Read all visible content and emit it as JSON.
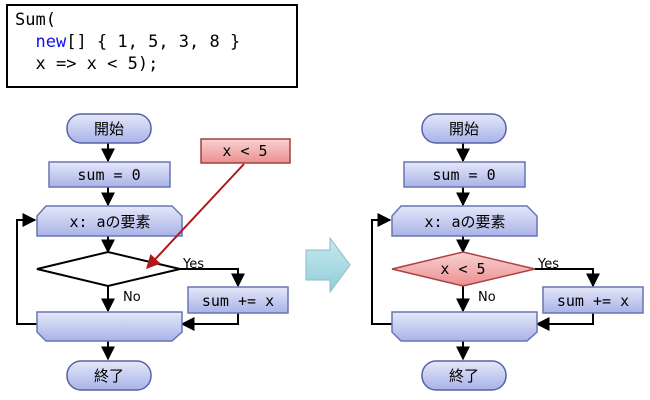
{
  "code": {
    "line1": "Sum(",
    "line2_keyword": "new",
    "line2_rest": "[] { 1, 5, 3, 8 }",
    "line3": "x => x < 5);"
  },
  "left_flow": {
    "start": "開始",
    "init": "sum = 0",
    "loop": "x: aの要素",
    "condition": "",
    "yes": "Yes",
    "no": "No",
    "action": "sum += x",
    "end": "終了"
  },
  "lambda_box": "x < 5",
  "right_flow": {
    "start": "開始",
    "init": "sum = 0",
    "loop": "x: aの要素",
    "condition": "x < 5",
    "yes": "Yes",
    "no": "No",
    "action": "sum += x",
    "end": "終了"
  },
  "colors": {
    "box_fill_top": "#e2e6f8",
    "box_fill_bottom": "#a8b2e6",
    "box_stroke": "#6a74b4",
    "lambda_fill": "#f2a6a6",
    "lambda_stroke": "#b04040",
    "arrow_red": "#b01818",
    "transition_arrow": "#a8d8e0"
  }
}
